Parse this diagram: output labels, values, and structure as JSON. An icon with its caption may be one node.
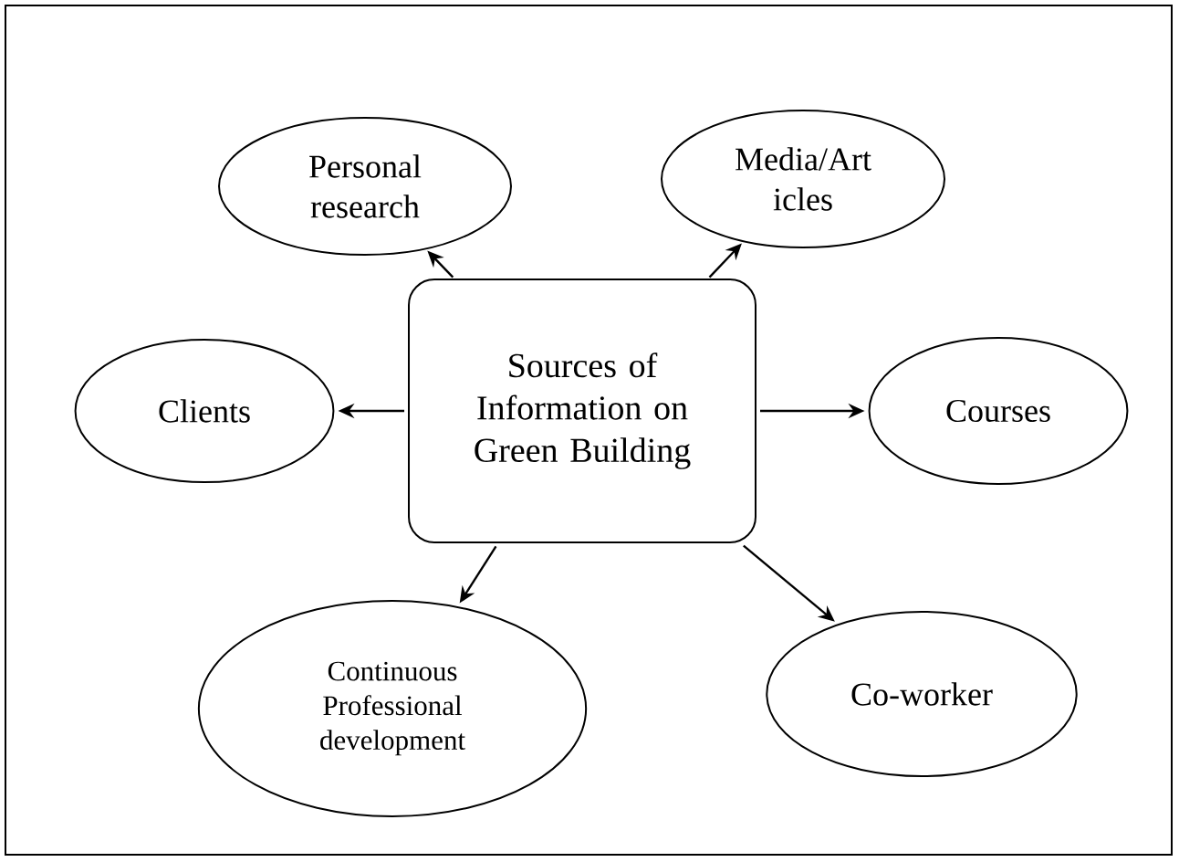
{
  "diagram": {
    "nodes": [
      {
        "text": [
          "Sources of Information on Green Building"
        ]
      },
      {
        "text": [
          "Personal research"
        ]
      },
      {
        "text": [
          "Media/Art icles"
        ]
      },
      {
        "text": [
          "Clients"
        ]
      },
      {
        "text": [
          "Courses"
        ]
      },
      {
        "text": [
          "Continuous Professional development"
        ]
      },
      {
        "text": [
          "Co-worker"
        ]
      }
    ],
    "edges": [
      {
        "from": 0,
        "to": 1,
        "arrow": "to"
      },
      {
        "from": 0,
        "to": 2,
        "arrow": "to"
      },
      {
        "from": 0,
        "to": 3,
        "arrow": "to"
      },
      {
        "from": 0,
        "to": 4,
        "arrow": "to"
      },
      {
        "from": 0,
        "to": 5,
        "arrow": "to"
      },
      {
        "from": 0,
        "to": 6,
        "arrow": "to"
      }
    ]
  }
}
